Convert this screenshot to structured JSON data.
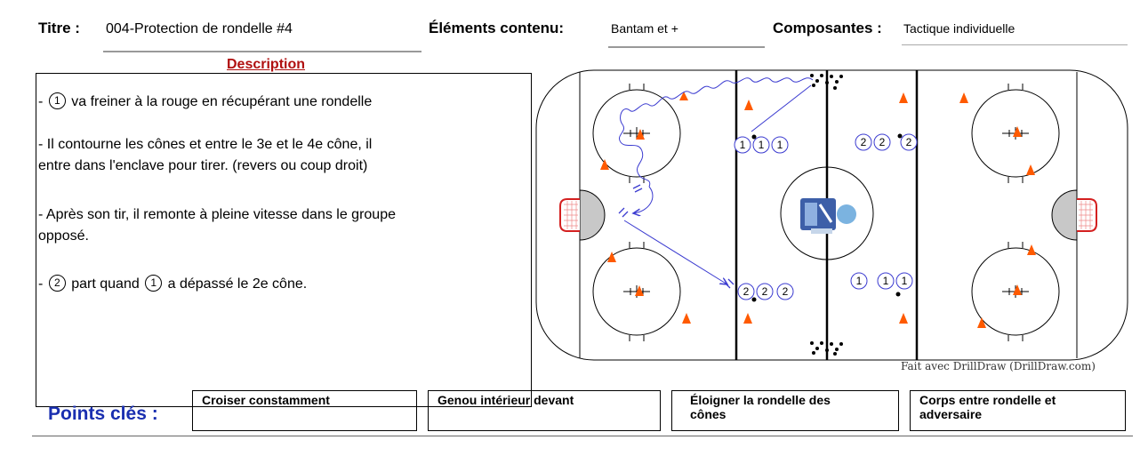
{
  "header": {
    "title_label": "Titre :",
    "title_value": "004-Protection de rondelle #4",
    "content_label": "Éléments contenu:",
    "content_value": "Bantam et +",
    "components_label": "Composantes :",
    "components_value": "Tactique individuelle"
  },
  "description": {
    "heading": "Description",
    "lines": [
      {
        "pre": "- ",
        "circle": "1",
        "text": " va freiner à la rouge en récupérant une rondelle"
      },
      {
        "text": "- Il contourne les cônes et entre le 3e et le 4e cône, il"
      },
      {
        "text": "entre dans l'enclave pour tirer. (revers ou coup droit)"
      },
      {
        "text": "- Après son tir, il remonte à pleine vitesse dans le groupe"
      },
      {
        "text": "opposé."
      },
      {
        "pre": "- ",
        "circle": "2",
        "mid": " part quand ",
        "circle2": "1",
        "text": " a dépassé le 2e cône."
      }
    ]
  },
  "rink": {
    "player_groups": [
      {
        "label": [
          "1",
          "1",
          "1"
        ]
      },
      {
        "label": [
          "2",
          "2",
          "2"
        ]
      },
      {
        "label": [
          "2",
          "2",
          "2"
        ]
      },
      {
        "label": [
          "1",
          "1",
          "1"
        ]
      }
    ],
    "credit": "Fait avec DrillDraw (DrillDraw.com)",
    "colors": {
      "cone": "#ff5a00",
      "path": "#3b3bd0",
      "net": "#d42020",
      "crease": "#c8c8c8"
    }
  },
  "key_points": {
    "label": "Points clés :",
    "items": [
      {
        "line1": "Croiser constamment",
        "line2": ""
      },
      {
        "line1": "Genou intérieur devant",
        "line2": ""
      },
      {
        "line1": "Éloigner la rondelle des",
        "line2": "cônes"
      },
      {
        "line1": "Corps entre rondelle et",
        "line2": "adversaire"
      }
    ]
  }
}
